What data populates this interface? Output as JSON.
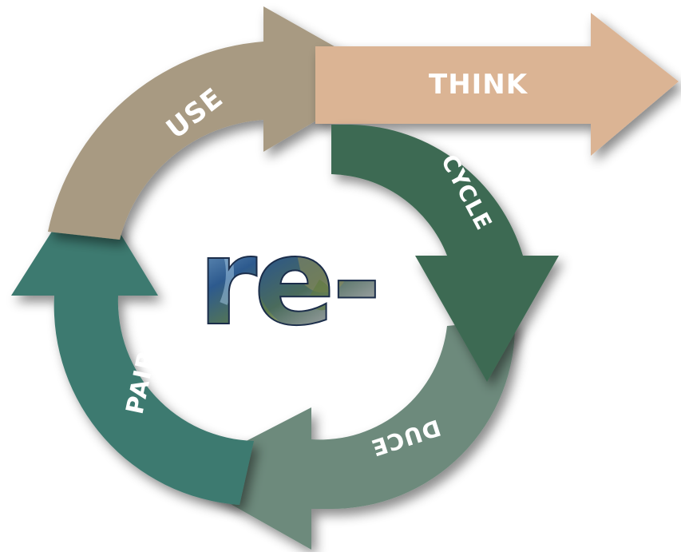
{
  "center": {
    "label": "re-"
  },
  "arrows": {
    "use": "USE",
    "think": "THINK",
    "cycle": "CYCLE",
    "duce": "DUCE",
    "pair": "PAIR"
  },
  "colors": {
    "use": "#a89a82",
    "think": "#dbb494",
    "cycle": "#3e6a52",
    "duce": "#6d8a7c",
    "pair": "#3e7a70",
    "center_globe_dark": "#1d3a6a",
    "center_globe_light": "#6fa0c8"
  }
}
